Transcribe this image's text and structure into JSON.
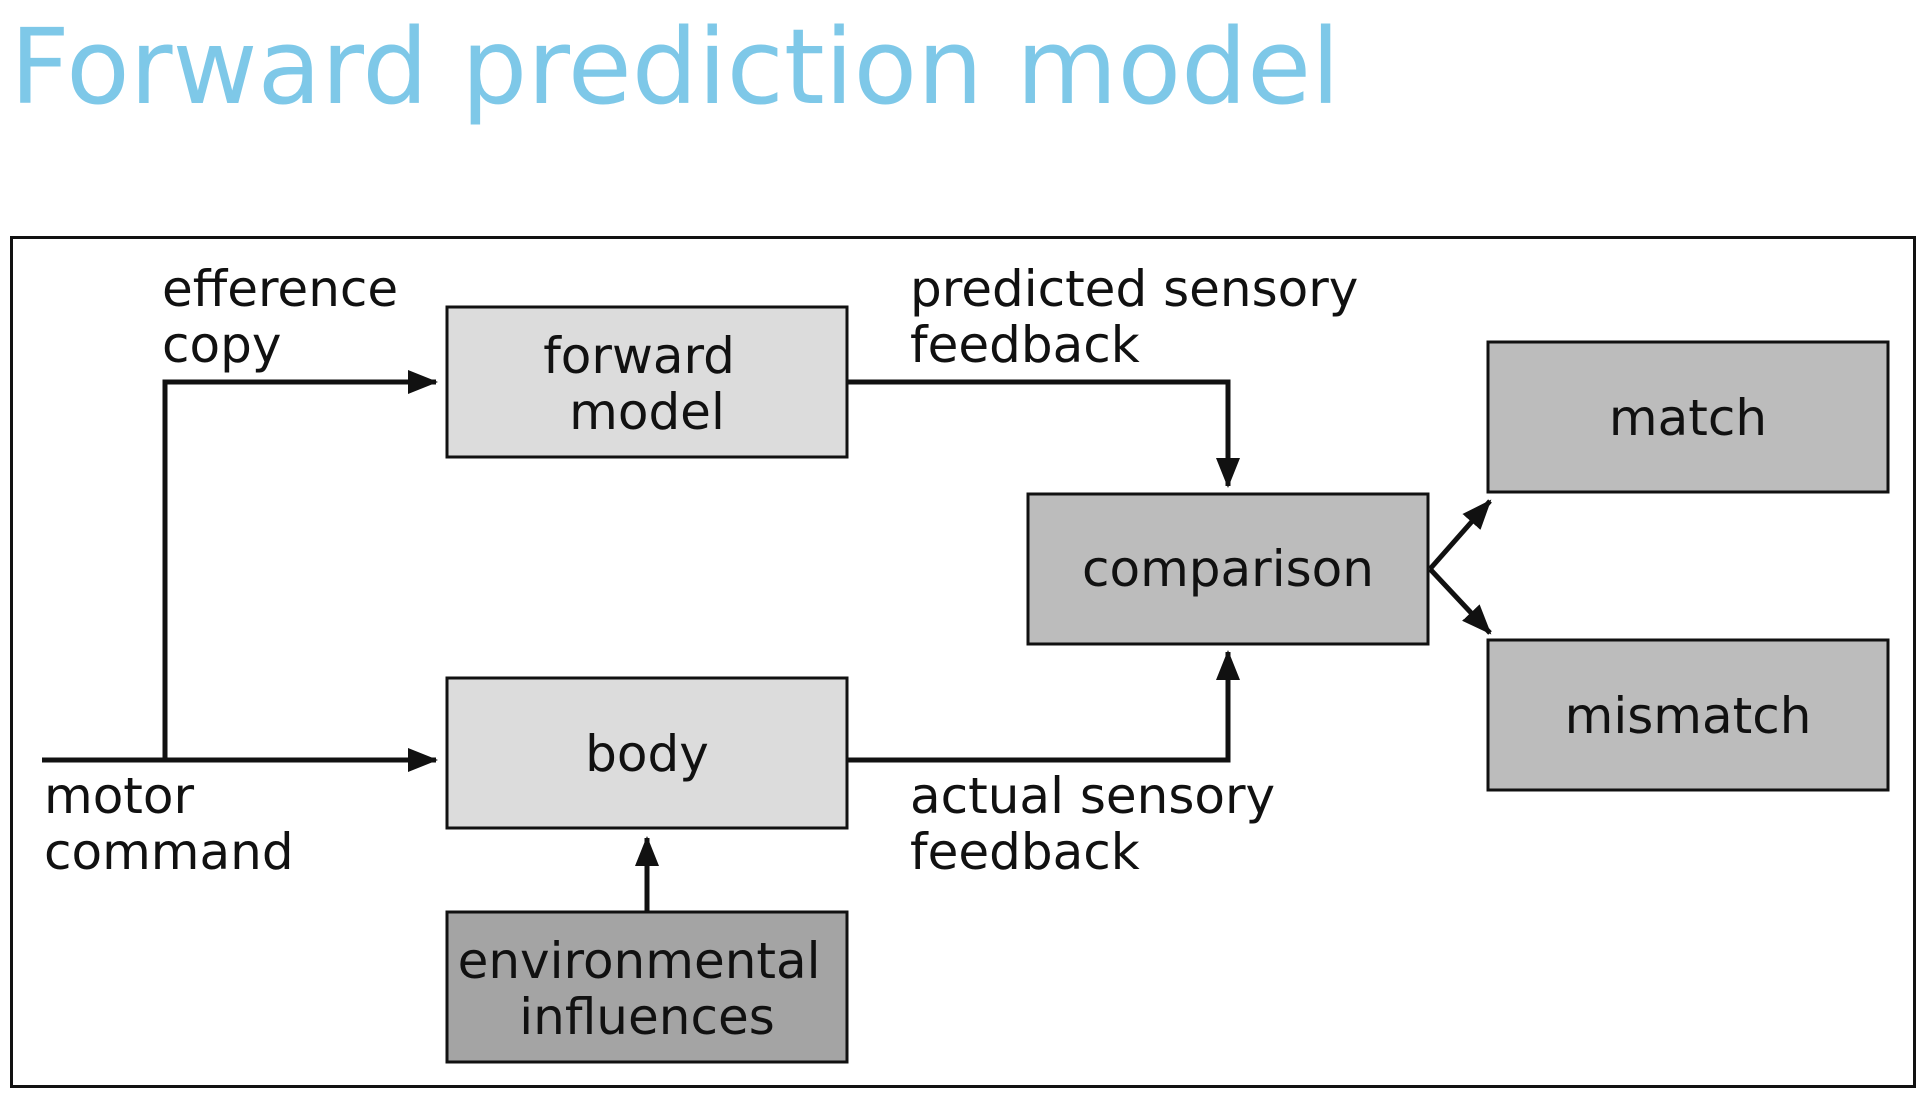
{
  "title": "Forward prediction model",
  "colors": {
    "title": "#7ec8e8",
    "light_box": "#dcdcdc",
    "mid_box": "#bcbcbc",
    "dark_box": "#a4a4a4",
    "stroke": "#111111"
  },
  "nodes": {
    "forward_model": [
      "forward",
      "model"
    ],
    "comparison": [
      "comparison"
    ],
    "match": [
      "match"
    ],
    "mismatch": [
      "mismatch"
    ],
    "body": [
      "body"
    ],
    "environmental_influences": [
      "environmental",
      "influences"
    ]
  },
  "edge_labels": {
    "efference_copy": [
      "efference",
      "copy"
    ],
    "predicted_sensory_feedback": [
      "predicted sensory",
      "feedback"
    ],
    "motor_command": [
      "motor",
      "command"
    ],
    "actual_sensory_feedback": [
      "actual sensory",
      "feedback"
    ]
  }
}
